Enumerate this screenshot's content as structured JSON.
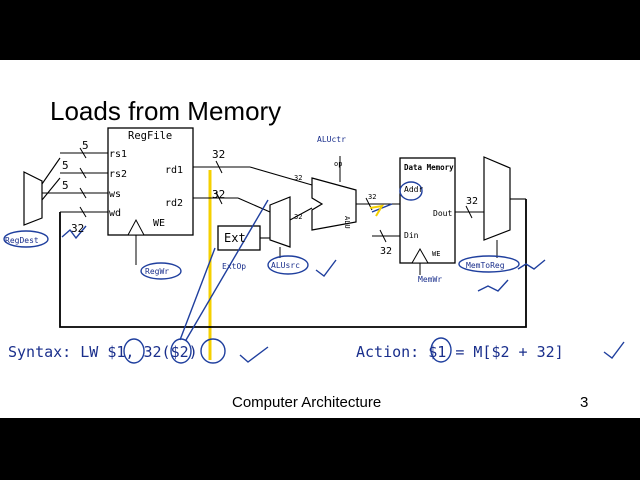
{
  "title": "Loads from Memory",
  "regfile": {
    "name": "RegFile",
    "ports_in": [
      "rs1",
      "rs2",
      "ws",
      "wd"
    ],
    "ports_out": [
      "rd1",
      "rd2"
    ],
    "we": "WE"
  },
  "bus_widths": {
    "rs1": "5",
    "rs2": "5",
    "ws": "5",
    "wd": "32",
    "rd1": "32",
    "rd2": "32",
    "alu_a": "32",
    "alu_b": "32",
    "alu_out": "32",
    "alu_ext": "32",
    "din": "32",
    "dout": "32"
  },
  "alu": {
    "label": "ALU",
    "ctrl": "ALUctr",
    "op": "op"
  },
  "ext": {
    "label": "Ext",
    "ctrl": "ExtOp"
  },
  "data_memory": {
    "name": "Data Memory",
    "addr": "Addr",
    "din": "Din",
    "dout": "Dout",
    "we": "WE"
  },
  "controls": {
    "regdest": "RegDest",
    "regwr": "RegWr",
    "alusrc": "ALUsrc",
    "memwr": "MemWr",
    "memtoreg": "MemToReg"
  },
  "syntax": {
    "prefix": "Syntax: LW ",
    "reg1": "$1",
    "comma": ", ",
    "imm": "32",
    "lparen": "(",
    "reg2": "$2",
    "rparen": ")"
  },
  "action": {
    "prefix": "Action: ",
    "reg": "$1",
    "rest": " = M[$2 + 32]"
  },
  "footer": {
    "text": "Computer Architecture",
    "page": "3"
  },
  "colors": {
    "ink": "#000000",
    "annotation": "#1f3f9e",
    "highlight": "#f5d000",
    "red_ink": "#d01010",
    "blue_label": "#1a2f8c"
  }
}
